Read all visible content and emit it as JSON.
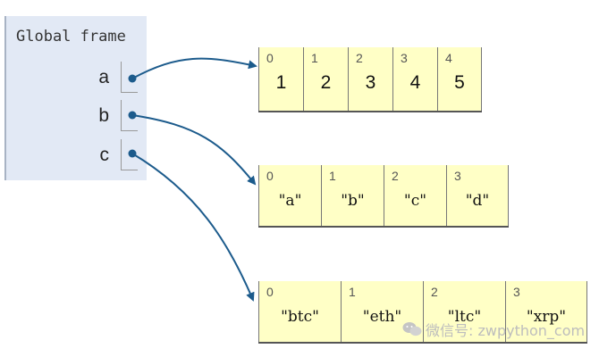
{
  "frame": {
    "title": "Global frame",
    "variables": [
      {
        "name": "a",
        "points_to": "list_a"
      },
      {
        "name": "b",
        "points_to": "list_b"
      },
      {
        "name": "c",
        "points_to": "list_c"
      }
    ]
  },
  "lists": {
    "list_a": {
      "indices": [
        "0",
        "1",
        "2",
        "3",
        "4"
      ],
      "values": [
        "1",
        "2",
        "3",
        "4",
        "5"
      ]
    },
    "list_b": {
      "indices": [
        "0",
        "1",
        "2",
        "3"
      ],
      "values": [
        "\"a\"",
        "\"b\"",
        "\"c\"",
        "\"d\""
      ]
    },
    "list_c": {
      "indices": [
        "0",
        "1",
        "2",
        "3"
      ],
      "values": [
        "\"btc\"",
        "\"eth\"",
        "\"ltc\"",
        "\"xrp\""
      ]
    }
  },
  "watermark": {
    "text": "微信号: zwpython_com"
  },
  "colors": {
    "frame_bg": "#e2e9f5",
    "cell_bg": "#ffffc6",
    "arrow": "#1c5b8c"
  }
}
